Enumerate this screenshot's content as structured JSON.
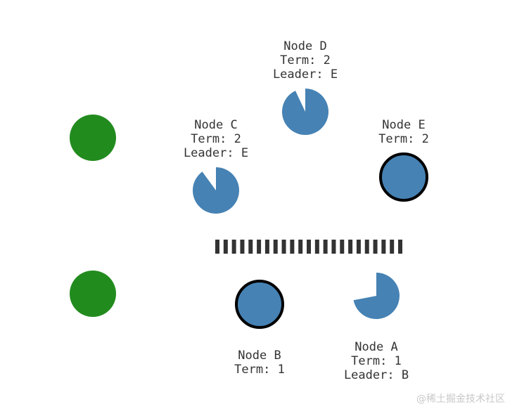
{
  "colors": {
    "node_fill": "#4682b4",
    "client_fill": "#228b1e",
    "leader_stroke": "#000000",
    "partition_fill": "#333333",
    "text": "#333333",
    "watermark": "#c8c8c8"
  },
  "clients": [
    {
      "id": "client-top",
      "icon": "client-circle"
    },
    {
      "id": "client-bottom",
      "icon": "client-circle"
    }
  ],
  "nodes": [
    {
      "id": "d",
      "name": "Node D",
      "term": "Term: 2",
      "leader": "Leader: E",
      "is_leader": false,
      "timeout_progress": 0.93
    },
    {
      "id": "c",
      "name": "Node C",
      "term": "Term: 2",
      "leader": "Leader: E",
      "is_leader": false,
      "timeout_progress": 0.9
    },
    {
      "id": "e",
      "name": "Node E",
      "term": "Term: 2",
      "leader": "",
      "is_leader": true,
      "timeout_progress": 1
    },
    {
      "id": "b",
      "name": "Node B",
      "term": "Term: 1",
      "leader": "",
      "is_leader": true,
      "timeout_progress": 1
    },
    {
      "id": "a",
      "name": "Node A",
      "term": "Term: 1",
      "leader": "Leader: B",
      "is_leader": false,
      "timeout_progress": 0.72
    }
  ],
  "partition": {
    "segments": 23
  },
  "watermark": "@稀土掘金技术社区"
}
